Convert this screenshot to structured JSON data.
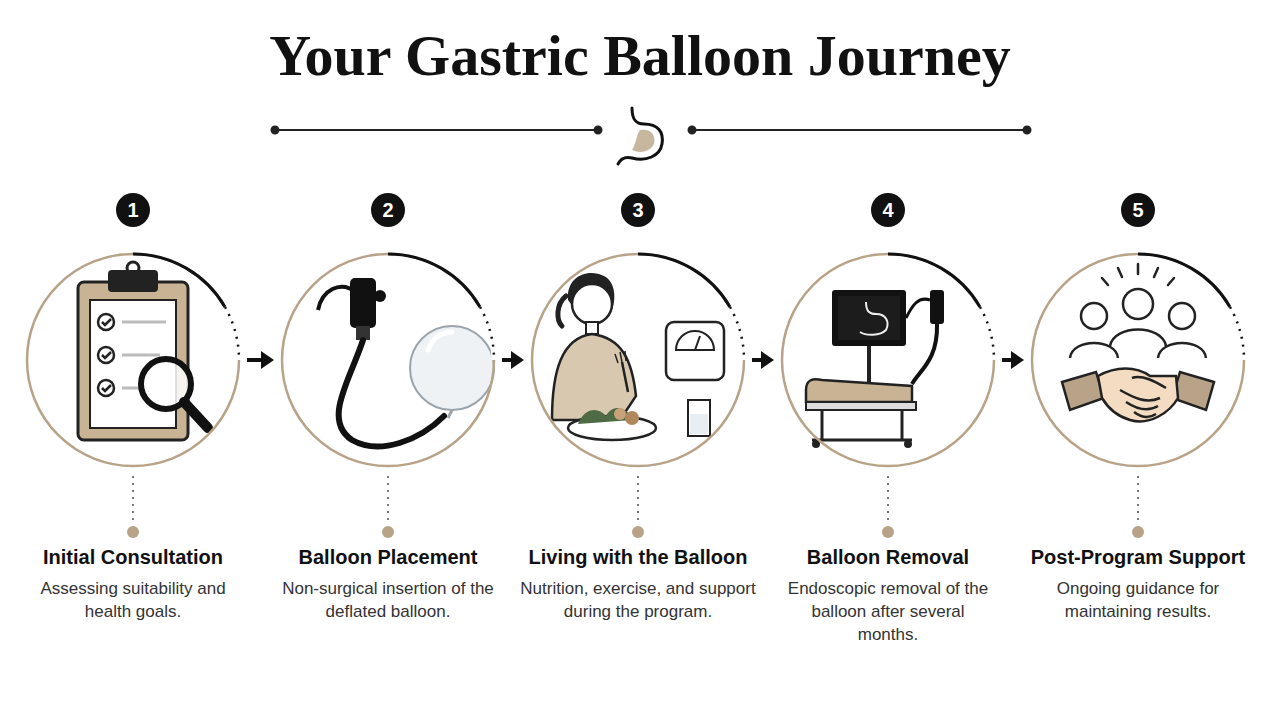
{
  "diagram": {
    "title": "Your Gastric Balloon Journey",
    "nodes": [
      {
        "text": [
          "Initial Consultation",
          "Assessing suitability and health goals."
        ]
      },
      {
        "text": [
          "Balloon Placement",
          "Non-surgical insertion of the deflated balloon."
        ]
      },
      {
        "text": [
          "Living with the Balloon",
          "Nutrition, exercise, and support during the program."
        ]
      },
      {
        "text": [
          "Balloon Removal",
          "Endoscopic removal of the balloon after several months."
        ]
      },
      {
        "text": [
          "Post-Program Support",
          "Ongoing guidance for maintaining results."
        ]
      }
    ],
    "edges": [
      {
        "from": 0,
        "to": 1,
        "arrow": "to"
      },
      {
        "from": 1,
        "to": 2,
        "arrow": "to"
      },
      {
        "from": 2,
        "to": 3,
        "arrow": "to"
      },
      {
        "from": 3,
        "to": 4,
        "arrow": "to"
      }
    ],
    "labels": [
      "1",
      "2",
      "3",
      "4",
      "5"
    ]
  }
}
